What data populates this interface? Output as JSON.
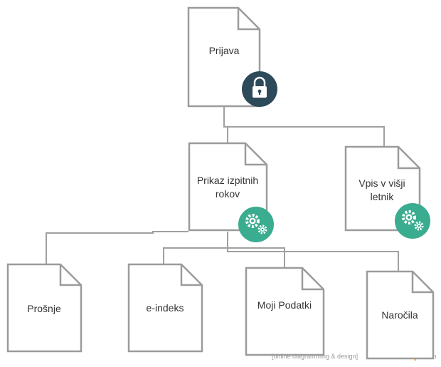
{
  "nodes": {
    "prijava": {
      "label": "Prijava",
      "badge": "lock-icon"
    },
    "prikaz": {
      "label_line1": "Prikaz izpitnih",
      "label_line2": "rokov",
      "badge": "gears-icon"
    },
    "vpis": {
      "label_line1": "Vpis v višji",
      "label_line2": "letnik",
      "badge": "gears-icon"
    },
    "prosnje": {
      "label": "Prošnje"
    },
    "eindeks": {
      "label": "e-indeks"
    },
    "moji_podatki": {
      "label": "Moji Podatki"
    },
    "narocila": {
      "label": "Naročila"
    }
  },
  "watermark": {
    "text": "[online diagramming & design]"
  },
  "colors": {
    "page_outline": "#9b9b9b",
    "lock_badge": "#2c4a5a",
    "gear_badge": "#3aac8f",
    "watermark_accent": "#f5a623"
  }
}
